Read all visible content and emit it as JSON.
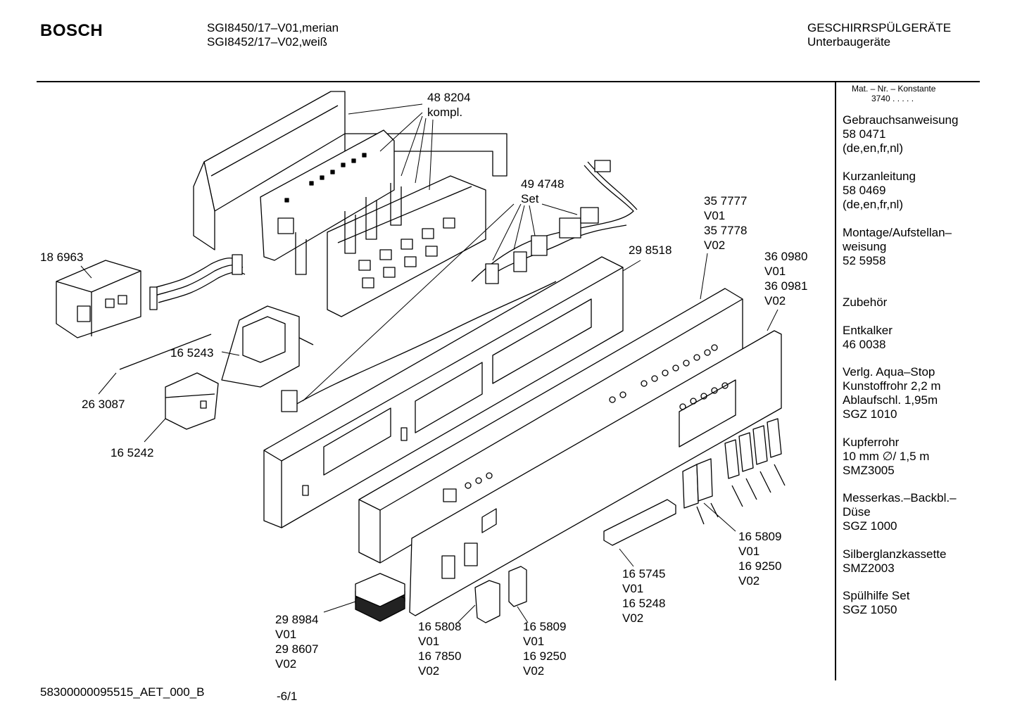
{
  "header": {
    "brand": "BOSCH",
    "model_line_1": "SGI8450/17–V01,merian",
    "model_line_2": "SGI8452/17–V02,weiß",
    "category_line_1": "GESCHIRRSPÜLGERÄTE",
    "category_line_2": "Unterbaugeräte"
  },
  "sidebar": {
    "mat_header": "Mat. – Nr. – Konstante",
    "mat_value": "3740  .  .  .  .  .",
    "items": [
      {
        "lines": [
          "Gebrauchsanweisung",
          "58 0471",
          "(de,en,fr,nl)"
        ]
      },
      {
        "lines": [
          "Kurzanleitung",
          "58 0469",
          "(de,en,fr,nl)"
        ]
      },
      {
        "lines": [
          "Montage/Aufstellan–",
          "weisung",
          "52 5958"
        ]
      },
      {
        "lines": [
          "Zubehör"
        ]
      },
      {
        "lines": [
          "Entkalker",
          "46 0038"
        ]
      },
      {
        "lines": [
          "Verlg. Aqua–Stop",
          "Kunstoffrohr 2,2 m",
          "Ablaufschl. 1,95m",
          "SGZ 1010"
        ]
      },
      {
        "lines": [
          "Kupferrohr",
          "10 mm ∅/ 1,5 m",
          "SMZ3005"
        ]
      },
      {
        "lines": [
          "Messerkas.–Backbl.–",
          "Düse",
          "SGZ 1000"
        ]
      },
      {
        "lines": [
          "Silberglanzkassette",
          "SMZ2003"
        ]
      },
      {
        "lines": [
          "Spülhilfe Set",
          "SGZ 1050"
        ]
      }
    ]
  },
  "labels": {
    "p488204": [
      "48 8204",
      "kompl."
    ],
    "p494748": [
      "49 4748",
      "Set"
    ],
    "p357777": [
      "35 7777",
      "V01",
      "35 7778",
      "V02"
    ],
    "p360980": [
      "36 0980",
      "V01",
      "36 0981",
      "V02"
    ],
    "p186963": [
      "18 6963"
    ],
    "p298518": [
      "29 8518"
    ],
    "p165243": [
      "16 5243"
    ],
    "p263087": [
      "26 3087"
    ],
    "p165242": [
      "16 5242"
    ],
    "p165809r": [
      "16 5809",
      "V01",
      "16 9250",
      "V02"
    ],
    "p165745": [
      "16 5745",
      "V01",
      "16 5248",
      "V02"
    ],
    "p298984": [
      "29 8984",
      "V01",
      "29 8607",
      "V02"
    ],
    "p165808": [
      "16 5808",
      "V01",
      "16 7850",
      "V02"
    ],
    "p165809b": [
      "16 5809",
      "V01",
      "16 9250",
      "V02"
    ]
  },
  "footer": {
    "code": "58300000095515_AET_000_B",
    "page": "-6/1"
  }
}
